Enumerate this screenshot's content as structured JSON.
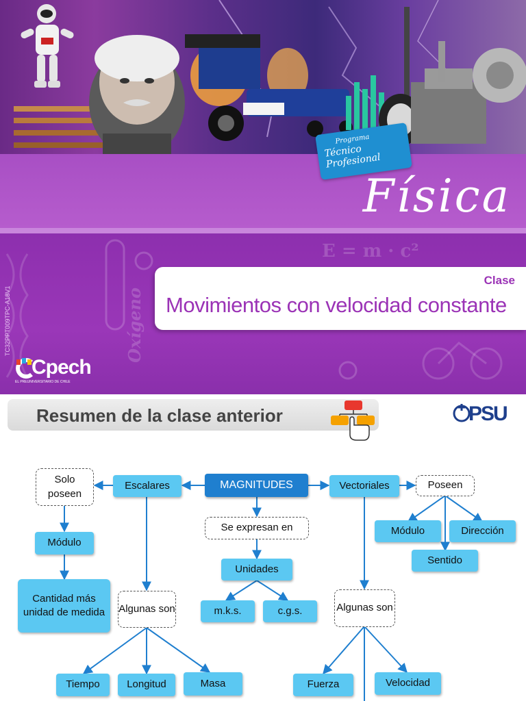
{
  "cover": {
    "subject": "Física",
    "program_badge": {
      "line1": "Programa",
      "line2": "Técnico Profesional"
    },
    "class_label": "Clase",
    "class_name": "Movimientos con velocidad constante",
    "side_code": "TC32PPT009TPC-A18V1",
    "brand": {
      "name": "Cpech",
      "tagline": "EL PREUNIVERSITARIO DE CHILE"
    },
    "decorations": [
      "Oxígeno",
      "E = m · c²"
    ],
    "colors": {
      "purple": "#9b33b6",
      "title_band": "#b15ac9",
      "lower_band": "#8d2fae"
    }
  },
  "summary": {
    "title": "Resumen de la clase anterior",
    "psu_logo": "PSU",
    "concept_map": {
      "root": "MAGNITUDES",
      "express_in": "Se expresan en",
      "units": "Unidades",
      "unit_systems": [
        "m.k.s.",
        "c.g.s."
      ],
      "scalar": {
        "label": "Escalares",
        "only_have": "Solo poseen",
        "module": "Módulo",
        "module_def": "Cantidad más unidad de medida",
        "some_are": "Algunas son",
        "examples": [
          "Tiempo",
          "Longitud",
          "Masa"
        ]
      },
      "vector": {
        "label": "Vectoriales",
        "have": "Poseen",
        "properties": [
          "Módulo",
          "Dirección",
          "Sentido"
        ],
        "some_are": "Algunas son",
        "examples": [
          "Fuerza",
          "Velocidad"
        ]
      }
    },
    "colors": {
      "node": "#5bc8f2",
      "root": "#1f7fcf",
      "arrow": "#1f7fcf"
    }
  }
}
